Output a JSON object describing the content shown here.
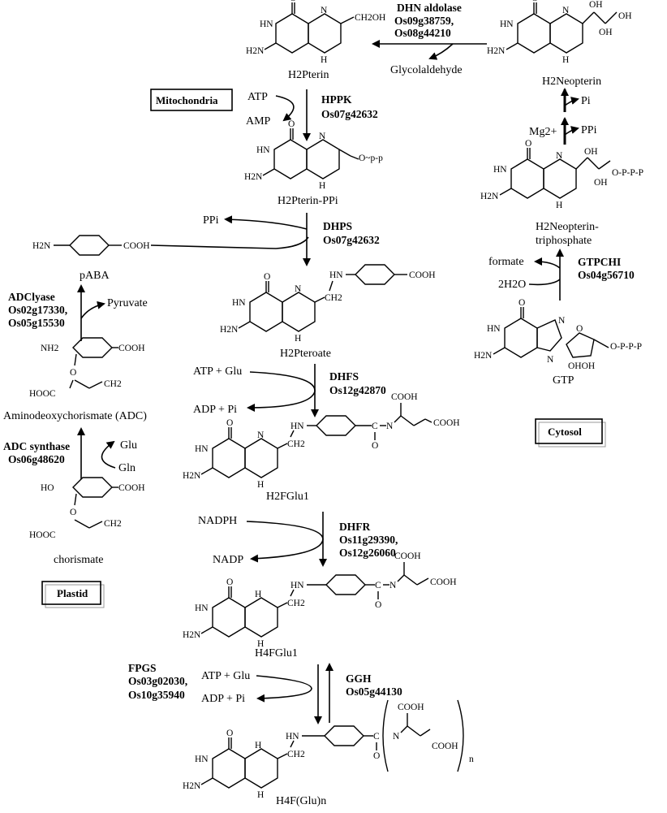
{
  "compounds": {
    "h2pterin": "H2Pterin",
    "h2pterin_ppi": "H2Pterin-PPi",
    "paba": "pABA",
    "h2pteroate": "H2Pteroate",
    "h2fglu1": "H2FGlu1",
    "h4fglu1": "H4FGlu1",
    "h4fglun": "H4F(Glu)n",
    "h2neopterin": "H2Neopterin",
    "h2neopterin_tp_1": "H2Neopterin-",
    "h2neopterin_tp_2": "triphosphate",
    "gtp": "GTP",
    "adc": "Aminodeoxychorismate (ADC)",
    "chorismate": "chorismate"
  },
  "cofactors": {
    "glycolaldehyde": "Glycolaldehyde",
    "atp": "ATP",
    "amp": "AMP",
    "ppi": "PPi",
    "pyruvate": "Pyruvate",
    "atp_glu": "ATP + Glu",
    "adp_pi": "ADP + Pi",
    "nadph": "NADPH",
    "nadp": "NADP",
    "glu": "Glu",
    "gln": "Gln",
    "pi": "Pi",
    "mg": "Mg2+",
    "formate": "formate",
    "water": "2H2O"
  },
  "enzymes": {
    "dhn_name": "DHN aldolase",
    "dhn_gene1": "Os09g38759,",
    "dhn_gene2": "Os08g44210",
    "hppk_name": "HPPK",
    "hppk_gene": "Os07g42632",
    "dhps_name": "DHPS",
    "dhps_gene": "Os07g42632",
    "dhfs_name": "DHFS",
    "dhfs_gene": "Os12g42870",
    "dhfr_name": "DHFR",
    "dhfr_gene1": "Os11g29390,",
    "dhfr_gene2": "Os12g26060",
    "fpgs_name": "FPGS",
    "fpgs_gene1": "Os03g02030,",
    "fpgs_gene2": "Os10g35940",
    "ggh_name": "GGH",
    "ggh_gene": "Os05g44130",
    "adcl_name": "ADClyase",
    "adcl_gene1": "Os02g17330,",
    "adcl_gene2": "Os05g15530",
    "adcs_name": "ADC synthase",
    "adcs_gene": "Os06g48620",
    "gtpchi_name": "GTPCHI",
    "gtpchi_gene": "Os04g56710"
  },
  "compartments": {
    "mitochondria": "Mitochondria",
    "cytosol": "Cytosol",
    "plastid": "Plastid"
  },
  "atoms": {
    "o": "O",
    "n": "N",
    "hn": "HN",
    "h2n": "H2N",
    "h": "H",
    "nh": "NH",
    "ch2oh": "CH2OH",
    "ch2": "CH2",
    "cooh": "COOH",
    "hooc": "HOOC",
    "oh": "OH",
    "ho": "HO",
    "c": "C",
    "opp": "O~p-p",
    "oppp": "O-P-P-P",
    "hn_sub": "HN",
    "nh2": "NH2",
    "ohoh": "OHOH",
    "sub_n": "n"
  }
}
